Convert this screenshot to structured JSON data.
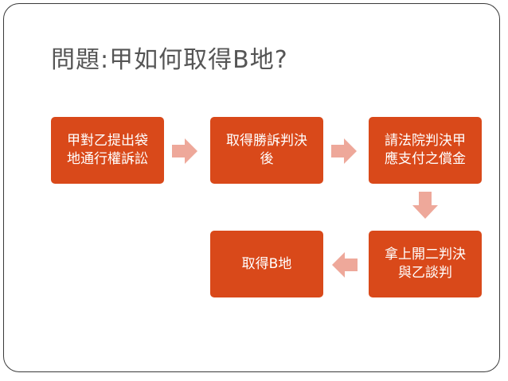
{
  "title": "問題:甲如何取得B地?",
  "steps": [
    {
      "line1": "甲對乙提出袋",
      "line2": "地通行權訴訟"
    },
    {
      "line1": "取得勝訴判決",
      "line2": "後"
    },
    {
      "line1": "請法院判決甲",
      "line2": "應支付之償金"
    },
    {
      "line1": "拿上開二判決",
      "line2": "與乙談判"
    },
    {
      "line1": "取得B地",
      "line2": ""
    }
  ],
  "colors": {
    "box_fill": "#d9491a",
    "box_text": "#ffffff",
    "arrow": "#eea89a",
    "title": "#555555",
    "frame": "#3a3a3a"
  },
  "icons": {
    "flow_arrow": "chevron-arrow-icon"
  }
}
